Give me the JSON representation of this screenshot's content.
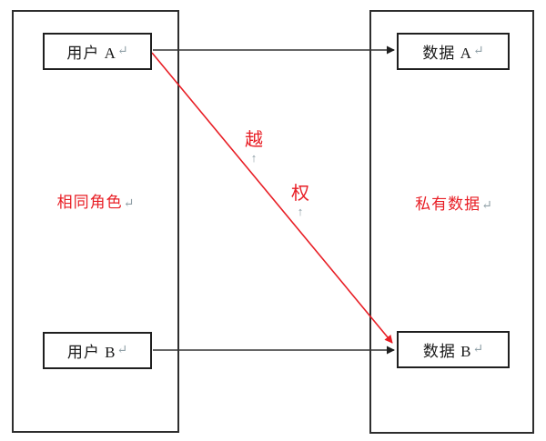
{
  "diagram": {
    "type": "privilege-escalation-illustration",
    "left_group": {
      "label": "相同角色",
      "mark": "↵"
    },
    "right_group": {
      "label": "私有数据",
      "mark": "↵"
    },
    "nodes": {
      "user_a": {
        "label": "用户 A",
        "mark": "↵"
      },
      "user_b": {
        "label": "用户 B",
        "mark": "↵"
      },
      "data_a": {
        "label": "数据 A",
        "mark": "↵"
      },
      "data_b": {
        "label": "数据 B",
        "mark": "↵"
      }
    },
    "edges": [
      {
        "from": "user_a",
        "to": "data_a",
        "color": "black",
        "label": ""
      },
      {
        "from": "user_b",
        "to": "data_b",
        "color": "black",
        "label": ""
      },
      {
        "from": "user_a",
        "to": "data_b",
        "color": "red",
        "label": "越权"
      }
    ],
    "escalation_label": {
      "chars": [
        {
          "char": "越",
          "mark": "↑"
        },
        {
          "char": "权",
          "mark": "↑"
        }
      ]
    },
    "colors": {
      "accent_red": "#e81e25",
      "line_black": "#333333",
      "formatting_mark_gray": "#8f9fa6",
      "border_black": "#1f1f1f"
    }
  }
}
